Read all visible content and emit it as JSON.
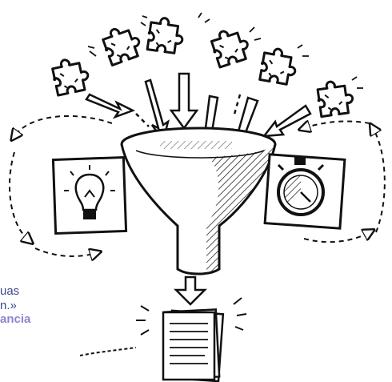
{
  "caption": {
    "line1": "uas",
    "line2": "n.»",
    "line3": "ancia"
  },
  "colors": {
    "ink": "#111111",
    "caption_text": "#3c4a8c",
    "caption_accent": "#8a86cf",
    "background": "#ffffff"
  },
  "icons": [
    "puzzle-piece-icon",
    "funnel-icon",
    "lightbulb-icon",
    "stopwatch-icon",
    "document-stack-icon",
    "arrow-icon"
  ]
}
